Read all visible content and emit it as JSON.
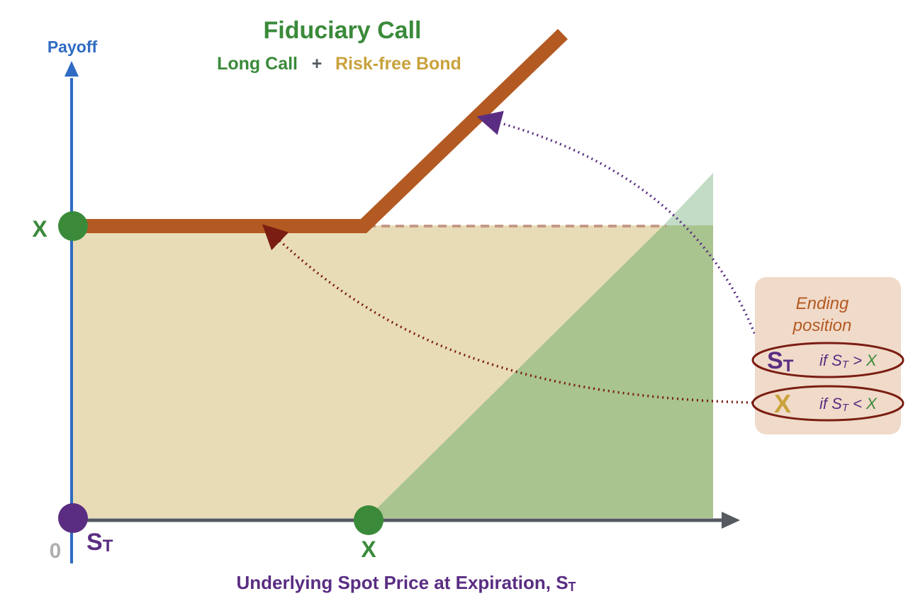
{
  "title": "Fiduciary Call",
  "subtitle": {
    "part1": "Long Call",
    "plus": "+",
    "part2": "Risk-free Bond"
  },
  "y_axis": {
    "label": "Payoff",
    "zero": "0",
    "strike_label": "X"
  },
  "x_axis": {
    "label_main": "Underlying Spot Price at Expiration, S",
    "label_sub": "T",
    "origin_label_main": "S",
    "origin_label_sub": "T",
    "strike_label": "X"
  },
  "ending_box": {
    "title_line1": "Ending",
    "title_line2": "position",
    "row1": {
      "symbol_main": "S",
      "symbol_sub": "T",
      "cond_pre": "if S",
      "cond_sub": "T",
      "cond_op": " > ",
      "cond_var": "X"
    },
    "row2": {
      "symbol_main": "X",
      "cond_pre": "if S",
      "cond_sub": "T",
      "cond_op": " < ",
      "cond_var": "X"
    }
  },
  "colors": {
    "title_green": "#3a8a3a",
    "bond_gold": "#c9a23c",
    "axis_blue": "#2f6bc2",
    "axis_gray": "#555a61",
    "payoff_orange": "#b35a22",
    "purple": "#5a2d82",
    "dark_red": "#7a1d12",
    "bond_fill": "#e8dcb6",
    "call_fill": "#a9c48f",
    "box_fill": "#f0dac9"
  },
  "chart_data": {
    "type": "line",
    "title": "Fiduciary Call",
    "xlabel": "Underlying Spot Price at Expiration, ST",
    "ylabel": "Payoff",
    "x_ticks": [
      "0",
      "X"
    ],
    "y_ticks": [
      "X"
    ],
    "series": [
      {
        "name": "Fiduciary Call",
        "x": [
          "0",
          "X",
          "above X"
        ],
        "y": [
          "X",
          "X",
          "ST"
        ]
      }
    ]
  }
}
